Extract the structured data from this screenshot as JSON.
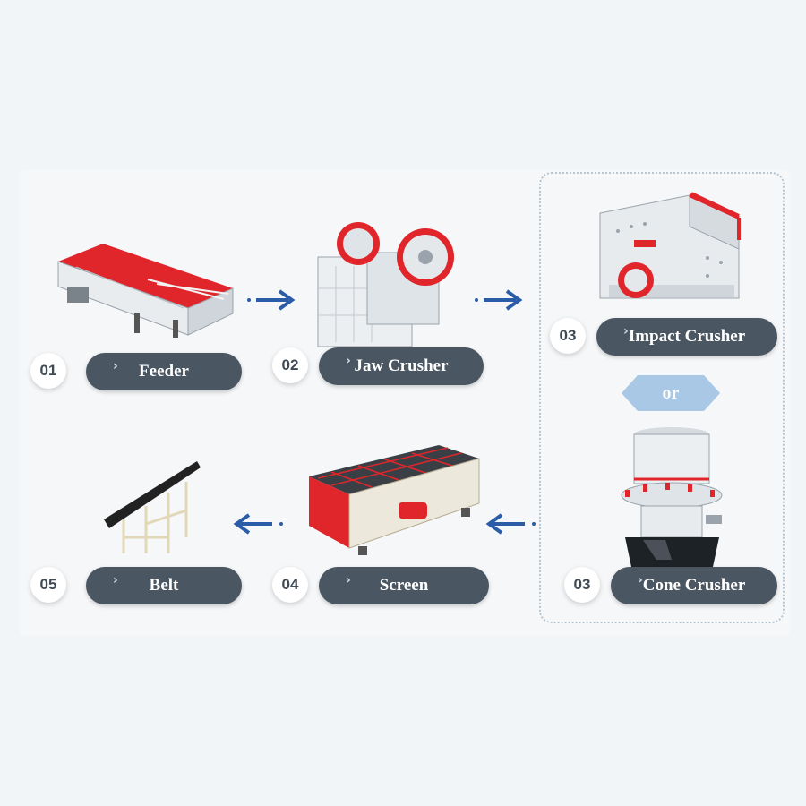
{
  "steps": [
    {
      "number": "01",
      "label": "Feeder",
      "machine_icon": "vibrating-feeder-icon"
    },
    {
      "number": "02",
      "label": "Jaw Crusher",
      "machine_icon": "jaw-crusher-icon"
    },
    {
      "number": "03",
      "label": "Impact Crusher",
      "machine_icon": "impact-crusher-icon"
    },
    {
      "number": "03",
      "label": "Cone Crusher",
      "machine_icon": "cone-crusher-icon"
    },
    {
      "number": "04",
      "label": "Screen",
      "machine_icon": "vibrating-screen-icon"
    },
    {
      "number": "05",
      "label": "Belt",
      "machine_icon": "belt-conveyor-icon"
    }
  ],
  "alternative_label": "or",
  "colors": {
    "pill": "#4a5662",
    "arrow": "#2a5ca8",
    "machine_red": "#e0262b",
    "or_badge": "#a9c8e6"
  }
}
